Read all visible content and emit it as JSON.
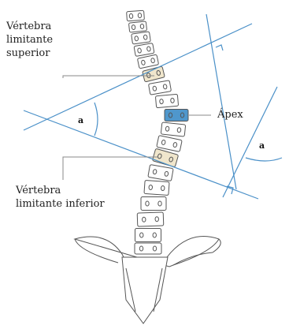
{
  "labels": {
    "upper_vertebra": [
      "Vértebra",
      "limitante",
      "superior"
    ],
    "apex": "Ápex",
    "lower_vertebra": [
      "Vértebra",
      "limitante inferior"
    ],
    "angle_left": "a",
    "angle_right": "a"
  },
  "colors": {
    "measurement_line": "#4a90c8",
    "apex_vertebra": "#4f97cc",
    "limit_vertebra": "#f0e6cc",
    "outline": "#555555",
    "leader": "#888888"
  }
}
